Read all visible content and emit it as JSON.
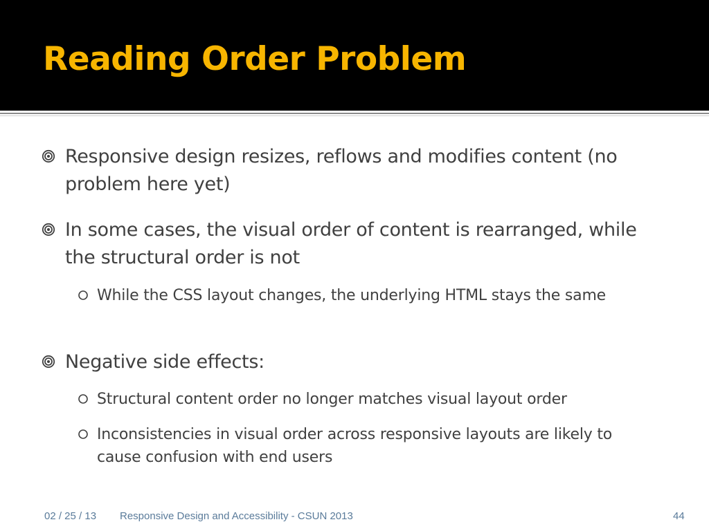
{
  "slide": {
    "title": "Reading Order Problem",
    "bullets": [
      {
        "text": "Responsive design resizes, reflows and modifies content (no problem here yet)"
      },
      {
        "text": "In some cases, the visual order of content is rearranged, while the structural order is not"
      },
      {
        "text": "While the CSS layout changes, the underlying HTML stays the same"
      },
      {
        "text": "Negative side effects:"
      },
      {
        "text": "Structural content order no longer matches visual layout order"
      },
      {
        "text": "Inconsistencies in visual order across responsive layouts are likely to cause confusion with end users"
      }
    ],
    "sub_marker": "o"
  },
  "footer": {
    "date": "02 / 25 / 13",
    "center_text": "Responsive Design and Accessibility - CSUN 2013",
    "page_number": "44"
  },
  "colors": {
    "title_bar": "#000000",
    "title_text": "#f7b500",
    "body_text": "#404040",
    "footer_text": "#5a7b9a"
  },
  "icons": {
    "bullet": "target-bullet-icon",
    "sub_bullet": "hollow-circle-bullet-icon"
  }
}
